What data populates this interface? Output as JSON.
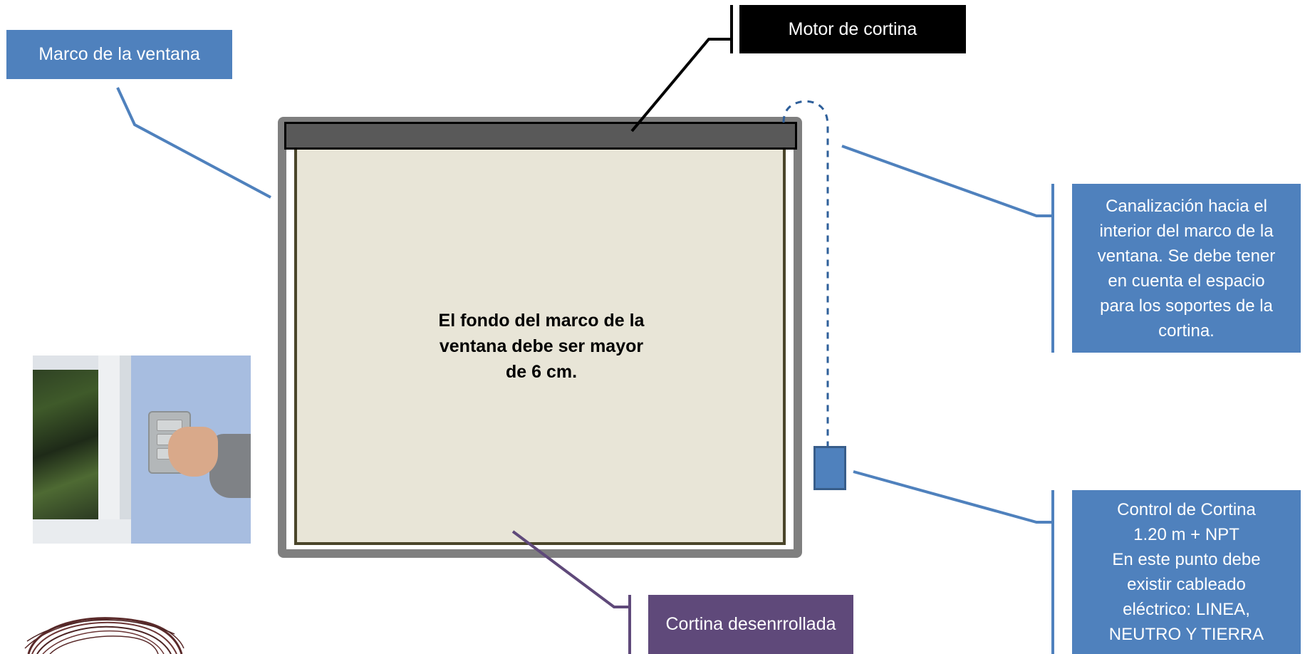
{
  "callouts": {
    "marco": "Marco de la ventana",
    "motor": "Motor de cortina",
    "canalizacion": "Canalización  hacia el\ninterior del marco de la\nventana. Se debe tener\nen cuenta el espacio\npara los soportes de la\ncortina.",
    "control": "Control de Cortina\n1.20 m + NPT\nEn este punto debe\nexistir cableado\neléctrico: LINEA,\nNEUTRO Y TIERRA",
    "cortina": "Cortina desenrrollada"
  },
  "center_note": "El fondo del marco de la\nventana debe ser mayor\nde 6 cm.",
  "colors": {
    "callout_blue": "#4f81bd",
    "callout_black": "#000000",
    "callout_purple": "#5f497a",
    "frame_gray": "#7f7f7f",
    "curtain_fill": "#e8e5d7"
  },
  "icons": [
    "wall-switch-photo",
    "scribble-decoration"
  ]
}
